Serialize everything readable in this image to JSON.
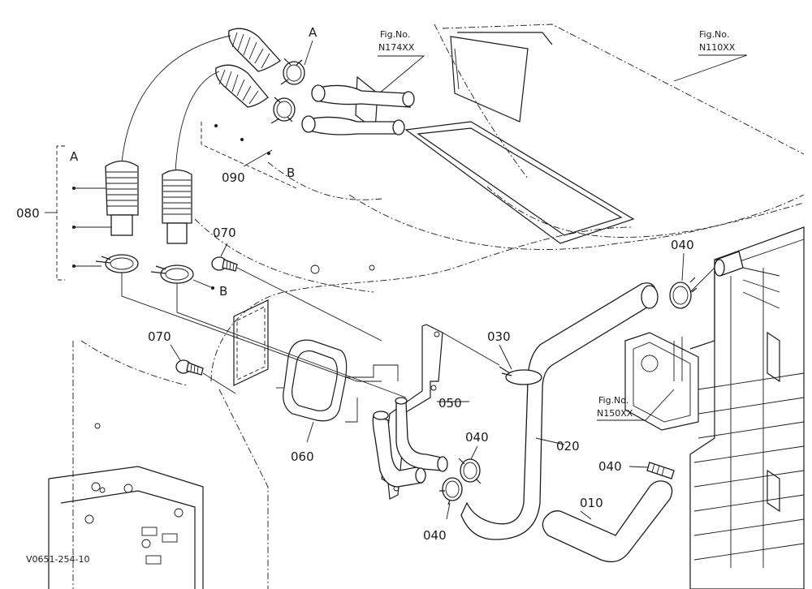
{
  "labels": {
    "p010": "010",
    "p020": "020",
    "p030": "030",
    "p040a": "040",
    "p040b": "040",
    "p040c": "040",
    "p040d": "040",
    "p050": "050",
    "p060": "060",
    "p070a": "070",
    "p070b": "070",
    "p080": "080",
    "p090": "090",
    "markerA1": "A",
    "markerA2": "A",
    "markerB1": "B",
    "markerB2": "B"
  },
  "refs": {
    "fig1_line1": "Fig.No.",
    "fig1_line2": "N174XX",
    "fig2_line1": "Fig.No.",
    "fig2_line2": "N110XX",
    "fig3_line1": "Fig.No.",
    "fig3_line2": "N150XX"
  },
  "drawing_id": "V0651-254-10"
}
